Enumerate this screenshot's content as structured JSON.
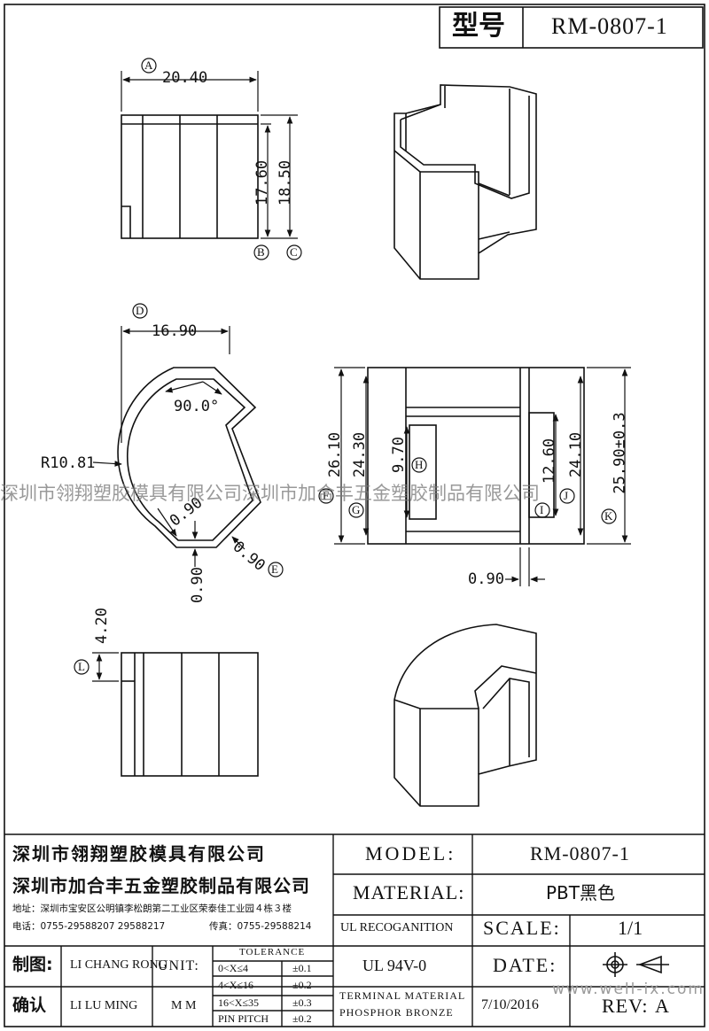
{
  "header": {
    "model_label": "型号",
    "model_value": "RM-0807-1"
  },
  "dims": {
    "a_letter": "A",
    "a_value": "20.40",
    "b_letter": "B",
    "b_value": "17.60",
    "c_letter": "C",
    "c_value": "18.50",
    "d_letter": "D",
    "d_value": "16.90",
    "angle": "90.0°",
    "radius": "R10.81",
    "wall1": "0.90",
    "e_value": "0.90",
    "e_letter": "E",
    "wall2": "0.90",
    "f_letter": "F",
    "f_value": "26.10",
    "g_letter": "G",
    "g_value": "24.30",
    "h_letter": "H",
    "h_value": "9.70",
    "i_letter": "I",
    "i_value": "12.60",
    "j_letter": "J",
    "j_value": "24.10",
    "k_letter": "K",
    "k_value": "25.90±0.3",
    "bottom_wall": "0.90",
    "l_letter": "L",
    "l_value": "4.20"
  },
  "watermark": {
    "text": "深圳市翎翔塑胶模具有限公司深圳市加合丰五金塑胶制品有限公司",
    "site": "www.well-ix.com"
  },
  "title_block": {
    "company1": "深圳市翎翔塑胶模具有限公司",
    "company2": "深圳市加合丰五金塑胶制品有限公司",
    "address": "地址：深圳市宝安区公明镇李松朗第二工业区荣泰佳工业园４栋３楼",
    "phone": "电话：0755-29588207  29588217",
    "fax": "传真：0755-29588214",
    "drawn_label": "制图:",
    "drawn_by": "LI CHANG RONG",
    "checked_label": "确认",
    "checked_by": "LI LU MING",
    "unit_label": "UNIT:",
    "unit_value": "M M",
    "tolerance_title": "TOLERANCE",
    "tol_rows": [
      {
        "range": "0<X≤4",
        "tol": "±0.1"
      },
      {
        "range": "4<X≤16",
        "tol": "±0.2"
      },
      {
        "range": "16<X≤35",
        "tol": "±0.3"
      },
      {
        "range": "PIN PITCH",
        "tol": "±0.2"
      }
    ],
    "model_label": "MODEL:",
    "model_value": "RM-0807-1",
    "material_label": "MATERIAL:",
    "material_value": "PBT黑色",
    "ul_label": "UL RECOGANITION",
    "ul_value": "UL 94V-0",
    "scale_label": "SCALE:",
    "scale_value": "1/1",
    "date_label": "DATE:",
    "terminal_line1": "TERMINAL MATERIAL",
    "terminal_line2": "PHOSPHOR  BRONZE",
    "date_value": "7/10/2016",
    "rev_label": "REV:",
    "rev_value": "A"
  }
}
